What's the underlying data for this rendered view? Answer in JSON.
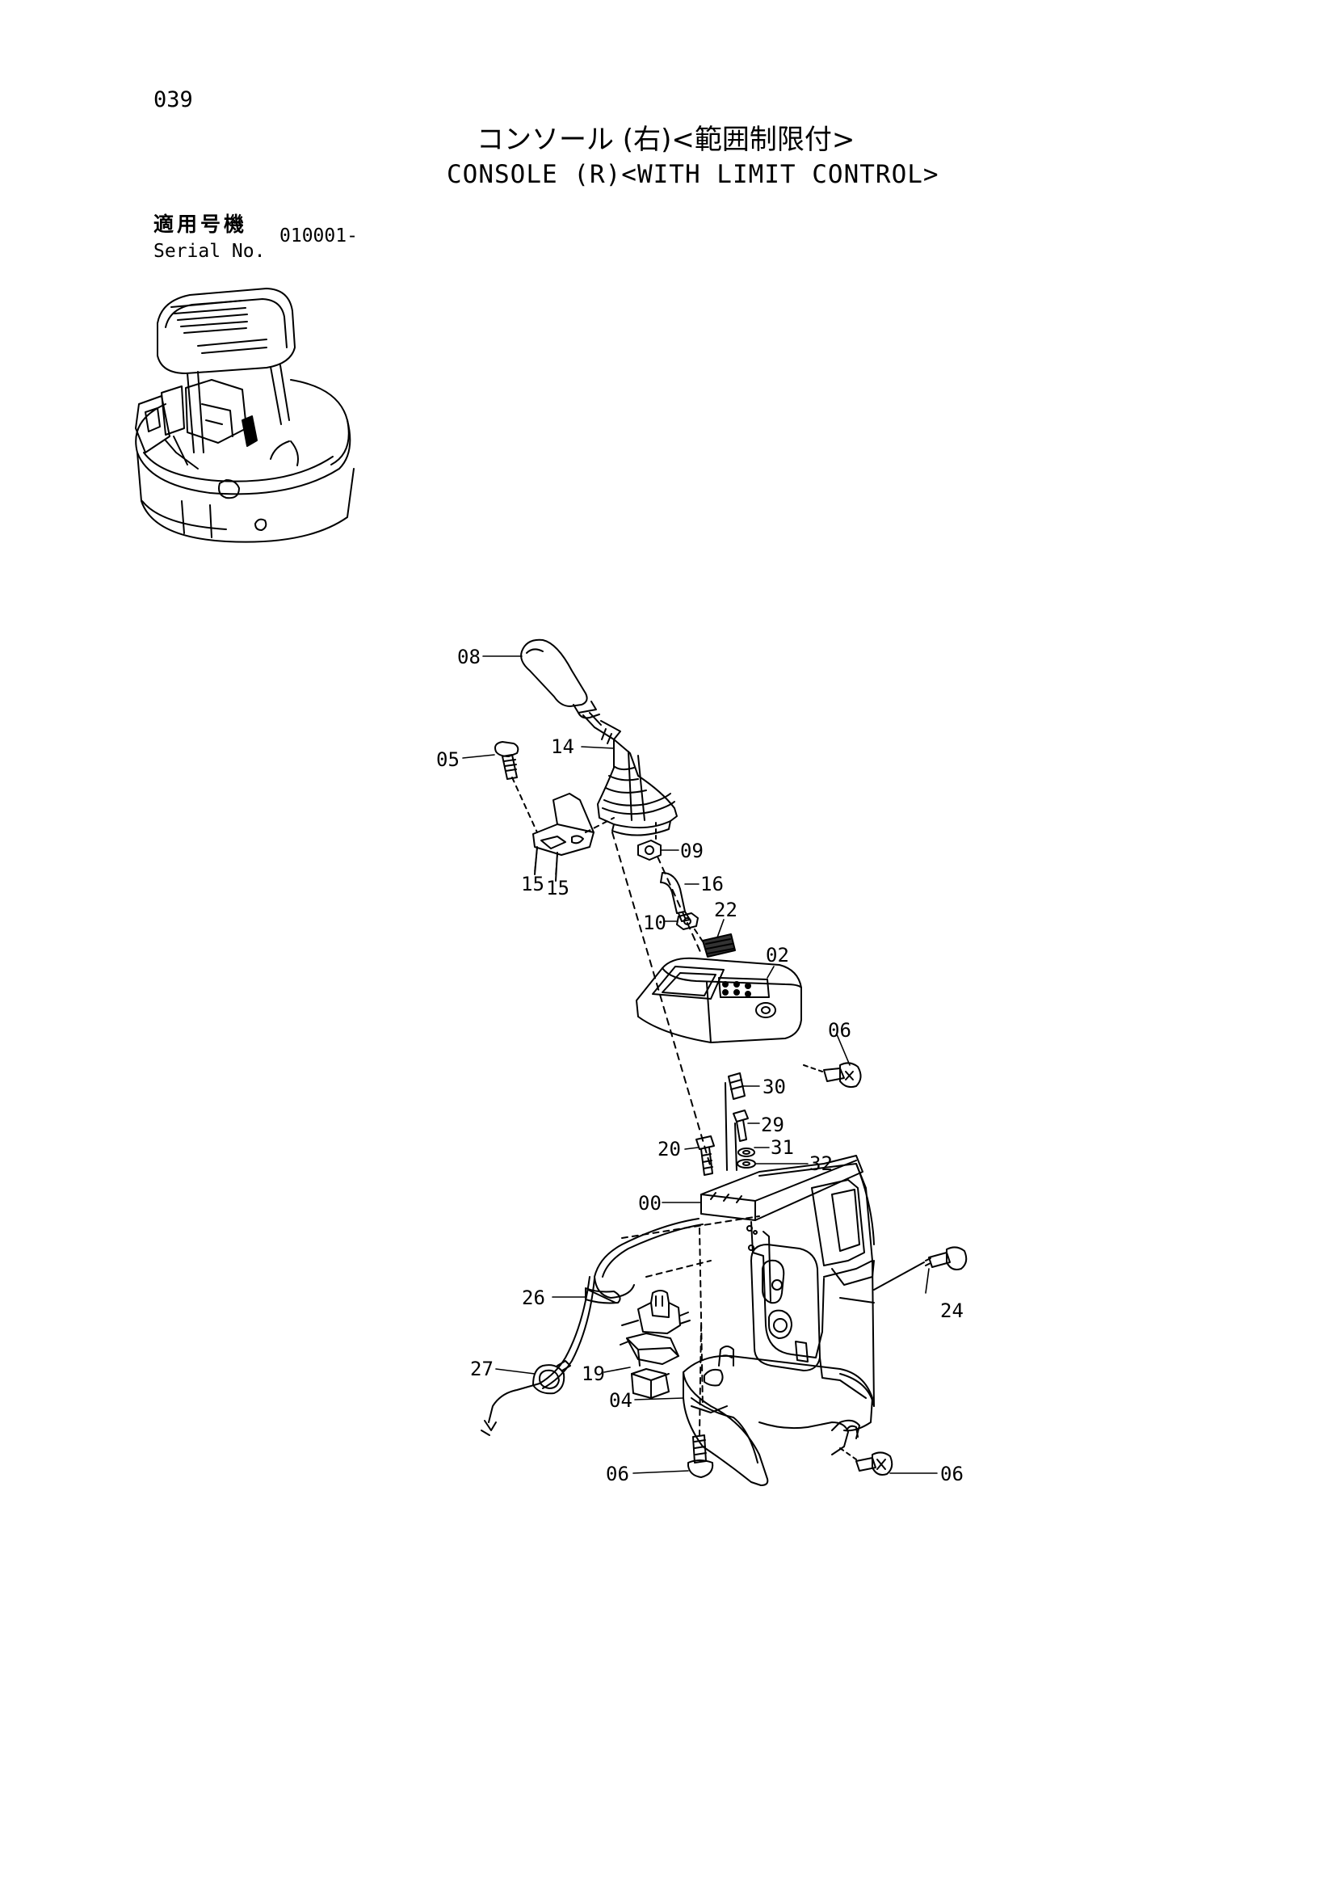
{
  "header": {
    "page_number": "039",
    "title_ja": "コンソール (右)<範囲制限付>",
    "title_en": "CONSOLE (R)<WITH LIMIT CONTROL>"
  },
  "serial": {
    "label_ja": "適用号機",
    "label_en": "Serial No.",
    "value": "010001-"
  },
  "callouts": {
    "c00": "00",
    "c02": "02",
    "c04": "04",
    "c05": "05",
    "c06a": "06",
    "c06b": "06",
    "c06c": "06",
    "c08": "08",
    "c09": "09",
    "c10": "10",
    "c14": "14",
    "c15a": "15",
    "c15b": "15",
    "c16": "16",
    "c19": "19",
    "c20": "20",
    "c22": "22",
    "c24": "24",
    "c26": "26",
    "c27": "27",
    "c29": "29",
    "c30": "30",
    "c31": "31",
    "c32": "32"
  }
}
